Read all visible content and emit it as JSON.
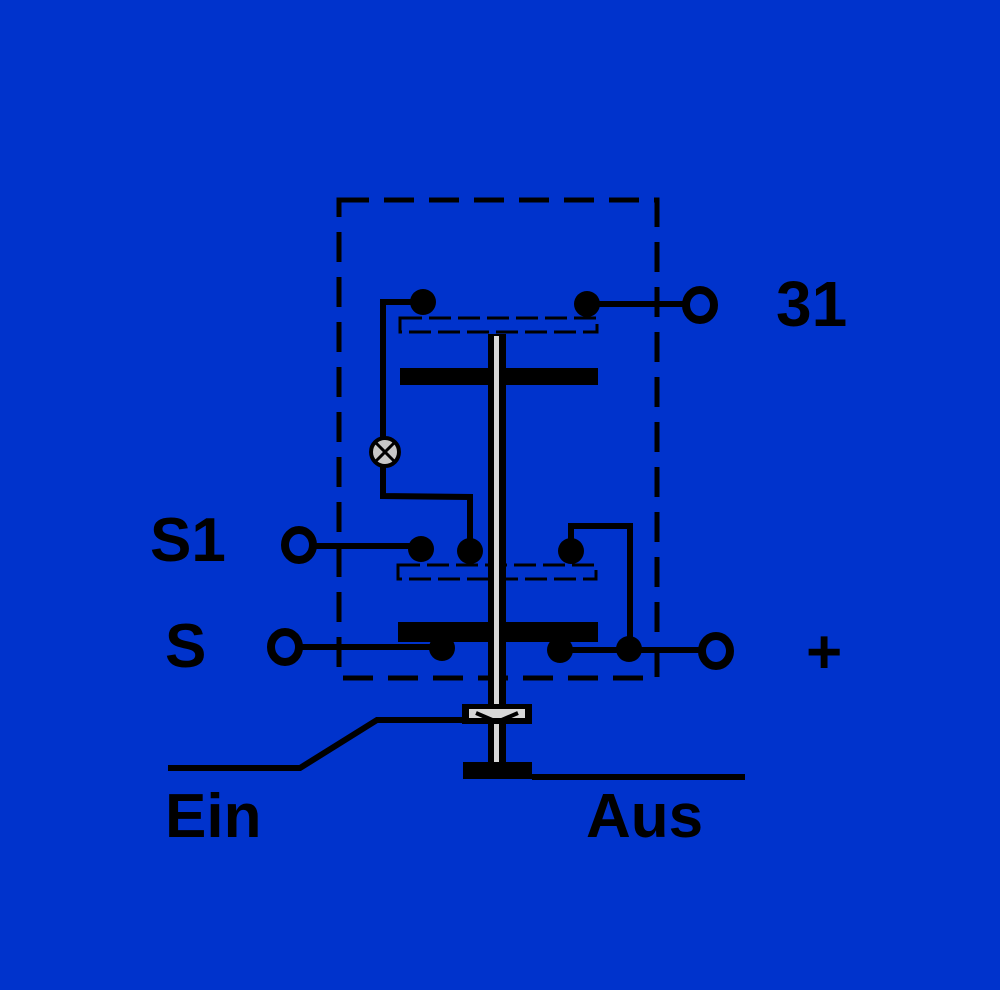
{
  "diagram": {
    "labels": {
      "terminal_31": "31",
      "terminal_s1": "S1",
      "terminal_s": "S",
      "terminal_plus": "+",
      "position_on": "Ein",
      "position_off": "Aus"
    },
    "colors": {
      "background": "#0033cc",
      "ink": "#000000",
      "lamp_fill": "#c8c8c8",
      "plunger_highlight": "#d8d8d8"
    }
  }
}
